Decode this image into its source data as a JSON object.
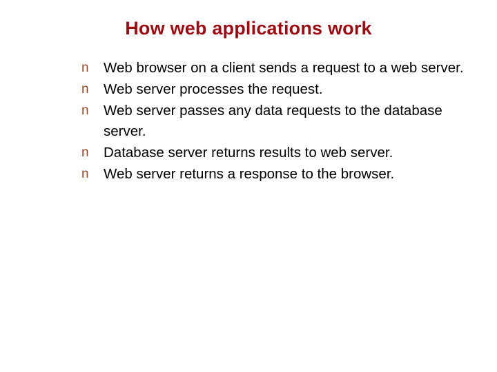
{
  "slide": {
    "title": "How web applications work",
    "title_color": "#9E0C13",
    "background_color": "#ffffff",
    "body_text_color": "#000000",
    "bullet_marker_color": "#9A4A2A",
    "bullet_marker_glyph": "n",
    "bullets": [
      {
        "marker": "n",
        "text": "Web browser on a client sends a request to a web server."
      },
      {
        "marker": "n",
        "text": "Web server processes the request."
      },
      {
        "marker": "n",
        "text": "Web server passes any data requests to the database server."
      },
      {
        "marker": "n",
        "text": "Database server returns results to web server."
      },
      {
        "marker": "n",
        "text": "Web server returns a response to the browser."
      }
    ]
  }
}
